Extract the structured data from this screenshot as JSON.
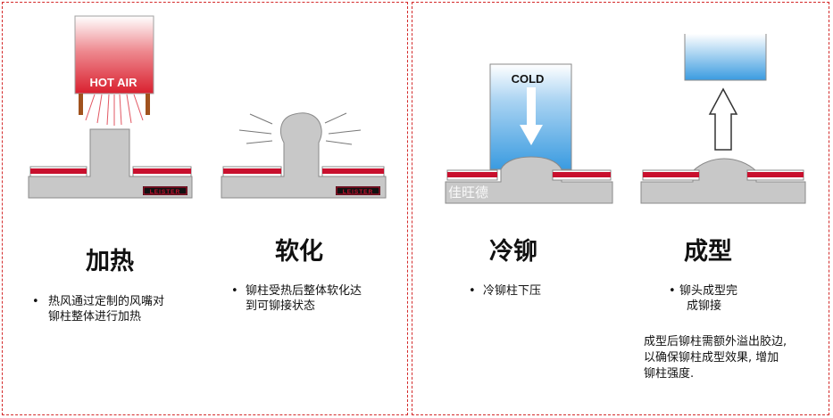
{
  "steps": [
    {
      "title": "加热",
      "desc_line1": "热风通过定制的风嘴对",
      "desc_line2": "铆柱整体进行加热",
      "label": "HOT AIR",
      "brand": "LEISTER"
    },
    {
      "title": "软化",
      "desc_line1": "铆柱受热后整体软化达",
      "desc_line2": "到可铆接状态",
      "brand": "LEISTER"
    },
    {
      "title": "冷铆",
      "desc_line1": "冷铆柱下压",
      "label": "COLD"
    },
    {
      "title": "成型",
      "desc_line1": "铆头成型完",
      "desc_line2": "成铆接"
    }
  ],
  "note_line1": "成型后铆柱需额外溢出胶边,",
  "note_line2": "以确保铆柱成型效果, 增加",
  "note_line3": "铆柱强度.",
  "watermark": "佳旺德",
  "colors": {
    "frame_dashed": "#d42a2a",
    "plate_gray": "#c8c8c8",
    "strip_red": "#c8102e",
    "hot_air_red": "#d9202f",
    "cold_blue": "#3a9be0"
  }
}
